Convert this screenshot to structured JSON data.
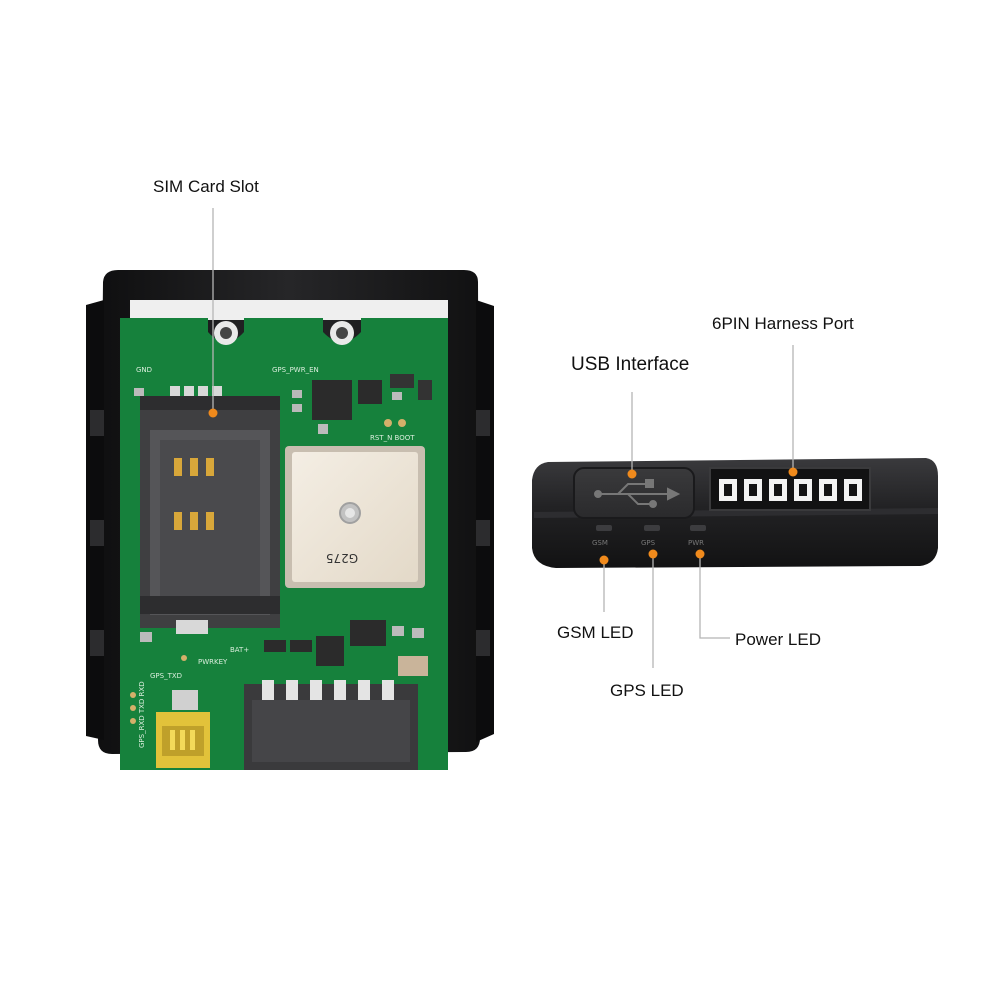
{
  "callouts": {
    "sim_card_slot": "SIM Card Slot",
    "usb_interface": "USB Interface",
    "harness_port": "6PIN Harness Port",
    "gsm_led": "GSM LED",
    "gps_led": "GPS LED",
    "power_led": "Power LED"
  },
  "pcb_silkscreen": {
    "gnd": "GND",
    "gps_pwr_en": "GPS_PWR_EN",
    "rst_boot": "RST_N  BOOT",
    "pwrkey": "PWRKEY",
    "gps_txd": "GPS_TXD",
    "bat": "BAT+",
    "uart": "GPS_RXD TXD RXD",
    "antenna_model": "G275"
  },
  "housing_markings": {
    "gsm": "GSM",
    "gps": "GPS",
    "pwr": "PWR"
  },
  "colors": {
    "accent_orange": "#f08a1c",
    "pcb_green": "#16813c",
    "housing_black": "#1b1b1d",
    "leader_gray": "#b5b5b5"
  }
}
